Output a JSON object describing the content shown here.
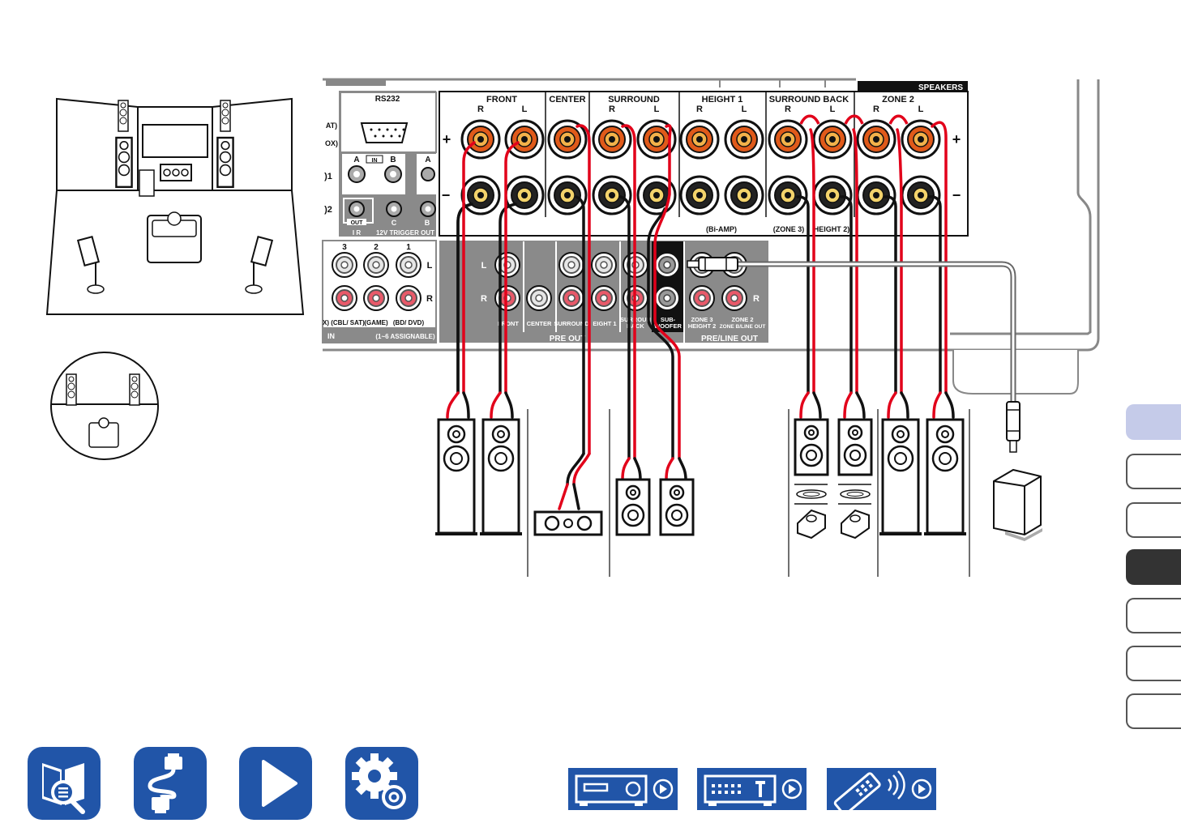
{
  "rear_panel": {
    "rs232": "RS232",
    "in_a": "A",
    "in_label": "IN",
    "in_b": "B",
    "edge_a": "A",
    "edge_b": "B",
    "trigger_c": "C",
    "ir_out": "OUT",
    "ir": "I R",
    "trigger_out": "12V TRIGGER OUT",
    "left_at": "AT)",
    "left_ox": "OX)",
    "left_1": ")1",
    "left_2": ")2",
    "speakers_title": "SPEAKERS",
    "front": "FRONT",
    "center": "CENTER",
    "surround": "SURROUND",
    "height1": "HEIGHT 1",
    "surround_back": "SURROUND BACK",
    "zone2": "ZONE 2",
    "r": "R",
    "l": "L",
    "plus": "+",
    "minus": "−",
    "bi_amp": "(Bi-AMP)",
    "zone3_note": "(ZONE 3)",
    "height2_note": "HEIGHT 2)",
    "in_num_3": "3",
    "in_num_2": "2",
    "in_num_1": "1",
    "cbl_sat": "X) (CBL/ SAT)",
    "game": "(GAME)",
    "bd_dvd": "(BD/ DVD)",
    "in_word": "IN",
    "assignable": "(1~6 ASSIGNABLE)",
    "pre_l": "L",
    "pre_r": "R",
    "pre_front": "FRONT",
    "pre_center": "CENTER",
    "pre_surround": "SURROUND",
    "pre_height1": "EIGHT 1",
    "pre_sb_1": "SURROUN",
    "pre_sb_2": "BACK",
    "sub_1": "SUB-",
    "sub_2": "WOOFER",
    "z3_1": "ZONE 3",
    "z3_2": "HEIGHT 2",
    "z2_1": "ZONE 2",
    "z2_2": "ZONE B/LINE OUT",
    "pre_out": "PRE OUT",
    "pre_line_out": "PRE/LINE OUT",
    "zone_r": "R"
  },
  "colors": {
    "wire_red": "#e2001a",
    "wire_black": "#111111",
    "accent_blue": "#2155a8",
    "tab_active": "#c5cbe9",
    "tab_dark": "#333333",
    "panel_grey": "#8a8a8a"
  },
  "side_tabs": [
    {
      "state": "active"
    },
    {
      "state": "normal"
    },
    {
      "state": "normal"
    },
    {
      "state": "dark"
    },
    {
      "state": "normal"
    },
    {
      "state": "normal"
    },
    {
      "state": "normal"
    }
  ],
  "nav_icons": [
    "contents-icon",
    "connections-icon",
    "playback-icon",
    "setup-icon"
  ],
  "device_icons": [
    "front-panel-icon",
    "rear-panel-icon",
    "remote-icon"
  ]
}
